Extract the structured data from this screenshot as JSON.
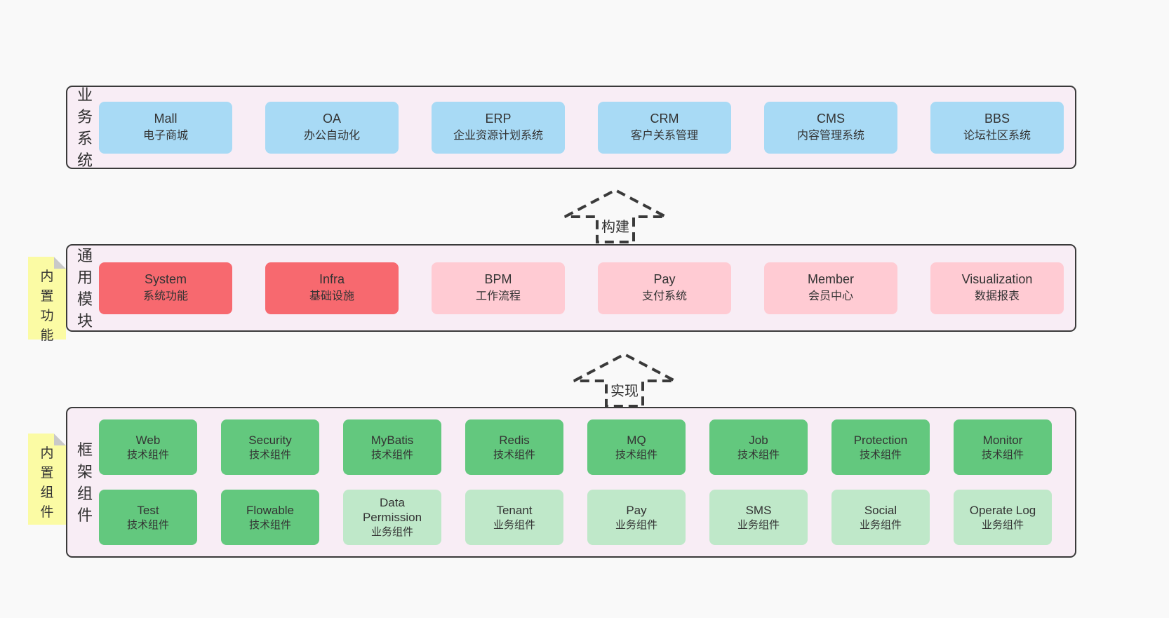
{
  "colors": {
    "page_bg": "#f9f9f9",
    "panel_bg": "#f8edf5",
    "panel_border": "#3a3a3a",
    "business_box_blue": "#a8daf5",
    "core_module_red": "#f7696f",
    "module_pink": "#ffcbd3",
    "tech_component_green": "#63c87e",
    "biz_component_light_green": "#bfe8c9",
    "note_yellow": "#fbfba4",
    "text": "#333333"
  },
  "arrows": {
    "build": "构建",
    "implement": "实现"
  },
  "sections": {
    "business": {
      "label": "业务系统",
      "boxes": [
        {
          "title": "Mall",
          "subtitle": "电子商城"
        },
        {
          "title": "OA",
          "subtitle": "办公自动化"
        },
        {
          "title": "ERP",
          "subtitle": "企业资源计划系统"
        },
        {
          "title": "CRM",
          "subtitle": "客户关系管理"
        },
        {
          "title": "CMS",
          "subtitle": "内容管理系统"
        },
        {
          "title": "BBS",
          "subtitle": "论坛社区系统"
        }
      ]
    },
    "modules": {
      "label": "通用模块",
      "note": "内置功能",
      "boxes": [
        {
          "title": "System",
          "subtitle": "系统功能"
        },
        {
          "title": "Infra",
          "subtitle": "基础设施"
        },
        {
          "title": "BPM",
          "subtitle": "工作流程"
        },
        {
          "title": "Pay",
          "subtitle": "支付系统"
        },
        {
          "title": "Member",
          "subtitle": "会员中心"
        },
        {
          "title": "Visualization",
          "subtitle": "数据报表"
        }
      ]
    },
    "framework": {
      "label": "框架组件",
      "note": "内置组件",
      "row1": [
        {
          "title": "Web",
          "subtitle": "技术组件"
        },
        {
          "title": "Security",
          "subtitle": "技术组件"
        },
        {
          "title": "MyBatis",
          "subtitle": "技术组件"
        },
        {
          "title": "Redis",
          "subtitle": "技术组件"
        },
        {
          "title": "MQ",
          "subtitle": "技术组件"
        },
        {
          "title": "Job",
          "subtitle": "技术组件"
        },
        {
          "title": "Protection",
          "subtitle": "技术组件"
        },
        {
          "title": "Monitor",
          "subtitle": "技术组件"
        }
      ],
      "row2": [
        {
          "title": "Test",
          "subtitle": "技术组件"
        },
        {
          "title": "Flowable",
          "subtitle": "技术组件"
        },
        {
          "title": "Data Permission",
          "subtitle": "业务组件"
        },
        {
          "title": "Tenant",
          "subtitle": "业务组件"
        },
        {
          "title": "Pay",
          "subtitle": "业务组件"
        },
        {
          "title": "SMS",
          "subtitle": "业务组件"
        },
        {
          "title": "Social",
          "subtitle": "业务组件"
        },
        {
          "title": "Operate Log",
          "subtitle": "业务组件"
        }
      ]
    }
  }
}
